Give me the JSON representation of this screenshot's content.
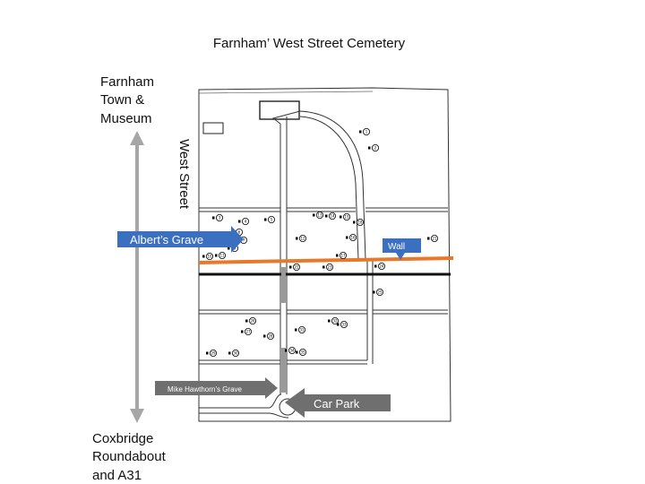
{
  "title": "Farnham’ West Street Cemetery",
  "north_label": [
    "Farnham",
    "Town &",
    "Museum"
  ],
  "south_label": [
    "Coxbridge",
    "Roundabout",
    "and A31"
  ],
  "street_label": "West Street",
  "markers": {
    "alberts_grave": "Albert’s Grave",
    "wall": "Wall",
    "mike_hawthorn": "Mike Hawthorn’s Grave",
    "car_park": "Car Park"
  },
  "colors": {
    "wall_line": "#e8782a",
    "blue_arrow": "#3b6fc0",
    "gray_arrow": "#6f6f6f",
    "direction_arrow": "#a6a6a6"
  },
  "grave_numbers": [
    "1",
    "2",
    "3",
    "4",
    "5",
    "6",
    "7",
    "8",
    "9",
    "10",
    "11",
    "12",
    "13",
    "14",
    "15",
    "16",
    "17",
    "18",
    "19",
    "20",
    "21",
    "22",
    "23",
    "24",
    "25",
    "26",
    "27",
    "28",
    "29",
    "30",
    "31",
    "32",
    "33",
    "34",
    "35"
  ]
}
